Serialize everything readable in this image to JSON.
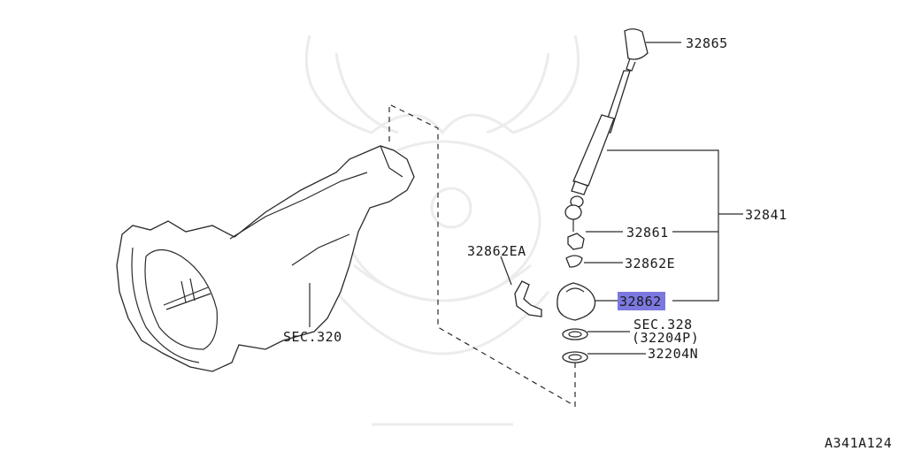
{
  "diagram": {
    "code": "A341A124",
    "highlight_color": "#7b78e0",
    "callouts": {
      "knob": "32865",
      "lever_assy": "32841",
      "nut": "32861",
      "clip_e": "32862E",
      "clip_ea": "32862EA",
      "boot": "32862",
      "sec328": "SEC.328",
      "sec328_sub": "(32204P)",
      "washer": "32204N",
      "sec320": "SEC.320"
    }
  }
}
